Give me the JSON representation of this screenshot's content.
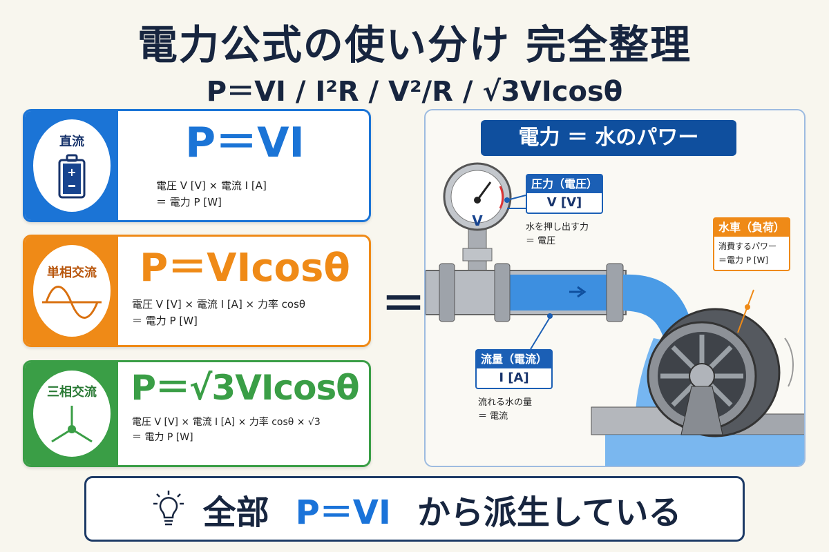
{
  "title": "電力公式の使い分け 完全整理",
  "subtitle": "P＝VI / I²R / V²/R / √3VIcosθ",
  "colors": {
    "dc": "#1b74d6",
    "single": "#ef8a17",
    "three": "#3a9e46",
    "navy": "#17253f",
    "panel_title": "#0f4f9e"
  },
  "cards": [
    {
      "label": "直流",
      "icon": "battery-icon",
      "formula": "P＝VI",
      "desc1": "電圧 V [V] × 電流 I [A]",
      "desc2": "＝ 電力 P [W]"
    },
    {
      "label": "単相交流",
      "icon": "sine-wave-icon",
      "formula": "P＝VIcosθ",
      "desc1": "電圧 V [V] × 電流 I [A] × 力率 cosθ",
      "desc2": "＝ 電力 P [W]"
    },
    {
      "label": "三相交流",
      "icon": "three-phase-icon",
      "formula": "P＝√3VIcosθ",
      "desc1": "電圧 V [V] × 電流 I [A] × 力率 cosθ × √3",
      "desc2": "＝ 電力 P [W]"
    }
  ],
  "equals": "＝",
  "panel": {
    "title": "電力 ＝ 水のパワー",
    "gauge_letter": "V",
    "pressure": {
      "head": "圧力（電圧）",
      "value": "V [V]",
      "note1": "水を押し出す力",
      "note2": "＝ 電圧"
    },
    "flow": {
      "head": "流量（電流）",
      "value": "I [A]",
      "note1": "流れる水の量",
      "note2": "＝ 電流"
    },
    "wheel": {
      "head": "水車（負荷）",
      "note1": "消費するパワー",
      "note2": "＝電力 P [W]"
    }
  },
  "banner": {
    "icon": "lightbulb-icon",
    "pre": "全部",
    "formula": "P＝VI",
    "post": "から派生している"
  }
}
